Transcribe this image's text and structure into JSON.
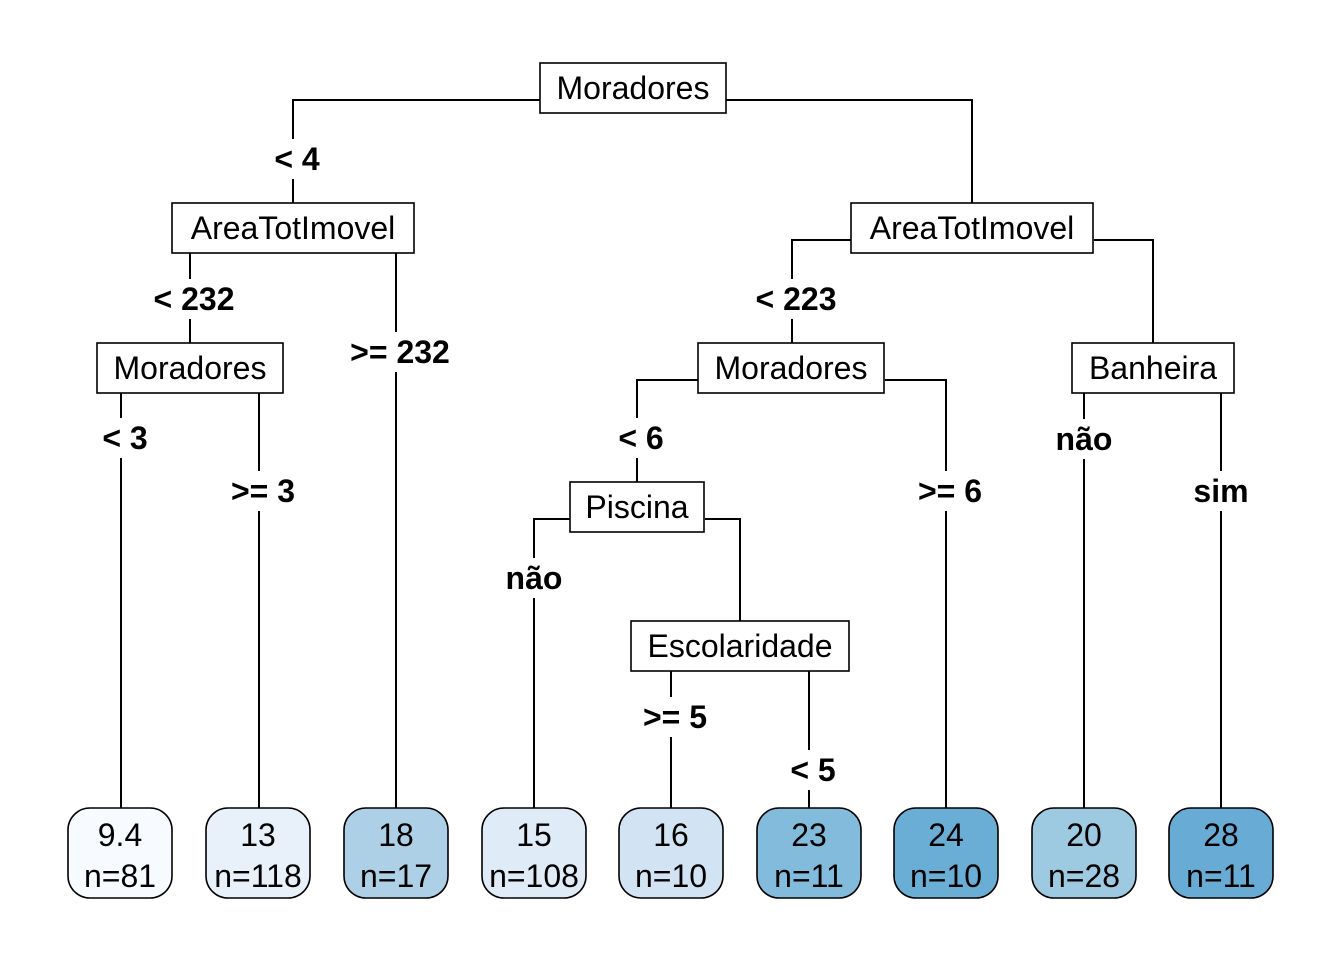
{
  "palette": {
    "9.4": "#f7fbff",
    "13": "#e8f1fa",
    "18": "#aed0e6",
    "15": "#dfebf7",
    "16": "#d2e3f3",
    "23": "#82bbdb",
    "24": "#6aaed6",
    "20": "#9dc9e1",
    "28": "#68acd5"
  },
  "splits": [
    {
      "id": "s1",
      "var": "Moradores"
    },
    {
      "id": "s2",
      "var": "AreaTotImovel"
    },
    {
      "id": "s3",
      "var": "AreaTotImovel"
    },
    {
      "id": "s4",
      "var": "Moradores"
    },
    {
      "id": "s5",
      "var": "Moradores"
    },
    {
      "id": "s6",
      "var": "Banheira"
    },
    {
      "id": "s7",
      "var": "Piscina"
    },
    {
      "id": "s8",
      "var": "Escolaridade"
    }
  ],
  "edges": [
    {
      "id": "e1",
      "label": "< 4"
    },
    {
      "id": "e2",
      "label": "< 232"
    },
    {
      "id": "e3",
      "label": ">= 232"
    },
    {
      "id": "e4",
      "label": "< 3"
    },
    {
      "id": "e5",
      "label": ">= 3"
    },
    {
      "id": "e6",
      "label": "< 223"
    },
    {
      "id": "e7",
      "label": "< 6"
    },
    {
      "id": "e8",
      "label": ">= 6"
    },
    {
      "id": "e9",
      "label": "não"
    },
    {
      "id": "e10",
      "label": "sim"
    },
    {
      "id": "e11",
      "label": "não"
    },
    {
      "id": "e12",
      "label": ">= 5"
    },
    {
      "id": "e13",
      "label": "< 5"
    }
  ],
  "leaves": [
    {
      "value": "9.4",
      "n": "n=81"
    },
    {
      "value": "13",
      "n": "n=118"
    },
    {
      "value": "18",
      "n": "n=17"
    },
    {
      "value": "15",
      "n": "n=108"
    },
    {
      "value": "16",
      "n": "n=10"
    },
    {
      "value": "23",
      "n": "n=11"
    },
    {
      "value": "24",
      "n": "n=10"
    },
    {
      "value": "20",
      "n": "n=28"
    },
    {
      "value": "28",
      "n": "n=11"
    }
  ]
}
